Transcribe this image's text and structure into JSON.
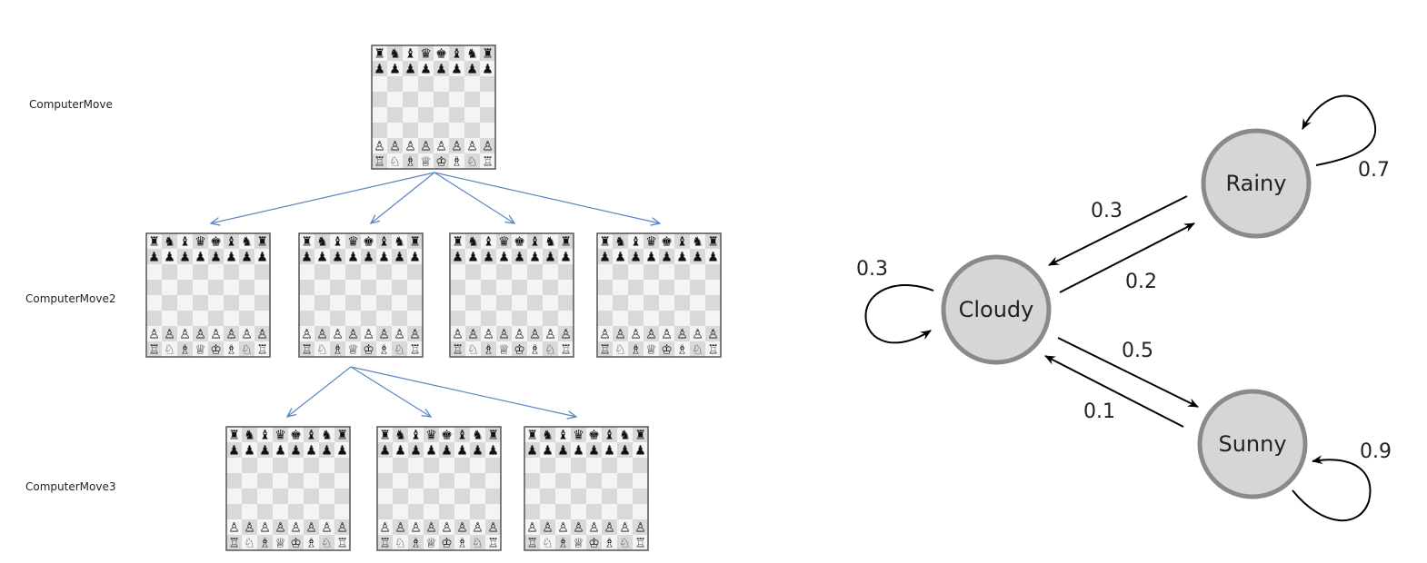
{
  "tree": {
    "levels": [
      {
        "label": "ComputerMove"
      },
      {
        "label": "ComputerMove2"
      },
      {
        "label": "ComputerMove3"
      }
    ],
    "board": {
      "rows": [
        [
          "♜",
          "♞",
          "♝",
          "♛",
          "♚",
          "♝",
          "♞",
          "♜"
        ],
        [
          "♟",
          "♟",
          "♟",
          "♟",
          "♟",
          "♟",
          "♟",
          "♟"
        ],
        [
          "",
          "",
          "",
          "",
          "",
          "",
          "",
          ""
        ],
        [
          "",
          "",
          "",
          "",
          "",
          "",
          "",
          ""
        ],
        [
          "",
          "",
          "",
          "",
          "",
          "",
          "",
          ""
        ],
        [
          "",
          "",
          "",
          "",
          "",
          "",
          "",
          ""
        ],
        [
          "♙",
          "♙",
          "♙",
          "♙",
          "♙",
          "♙",
          "♙",
          "♙"
        ],
        [
          "♖",
          "♘",
          "♗",
          "♕",
          "♔",
          "♗",
          "♘",
          "♖"
        ]
      ]
    }
  },
  "markov": {
    "states": [
      {
        "id": "rainy",
        "label": "Rainy"
      },
      {
        "id": "cloudy",
        "label": "Cloudy"
      },
      {
        "id": "sunny",
        "label": "Sunny"
      }
    ],
    "transitions": [
      {
        "id": "rainy-rainy",
        "from": "Rainy",
        "to": "Rainy",
        "p": "0.7"
      },
      {
        "id": "rainy-cloudy",
        "from": "Rainy",
        "to": "Cloudy",
        "p": "0.3"
      },
      {
        "id": "cloudy-rainy",
        "from": "Cloudy",
        "to": "Rainy",
        "p": "0.2"
      },
      {
        "id": "cloudy-cloudy",
        "from": "Cloudy",
        "to": "Cloudy",
        "p": "0.3"
      },
      {
        "id": "cloudy-sunny",
        "from": "Cloudy",
        "to": "Sunny",
        "p": "0.5"
      },
      {
        "id": "sunny-cloudy",
        "from": "Sunny",
        "to": "Cloudy",
        "p": "0.1"
      },
      {
        "id": "sunny-sunny",
        "from": "Sunny",
        "to": "Sunny",
        "p": "0.9"
      }
    ]
  },
  "colors": {
    "tree_edge": "#5a86c2",
    "node_fill": "#d6d6d6",
    "node_stroke": "#8a8a8a",
    "light_square": "#f4f4f4",
    "dark_square": "#d9d9d9"
  }
}
